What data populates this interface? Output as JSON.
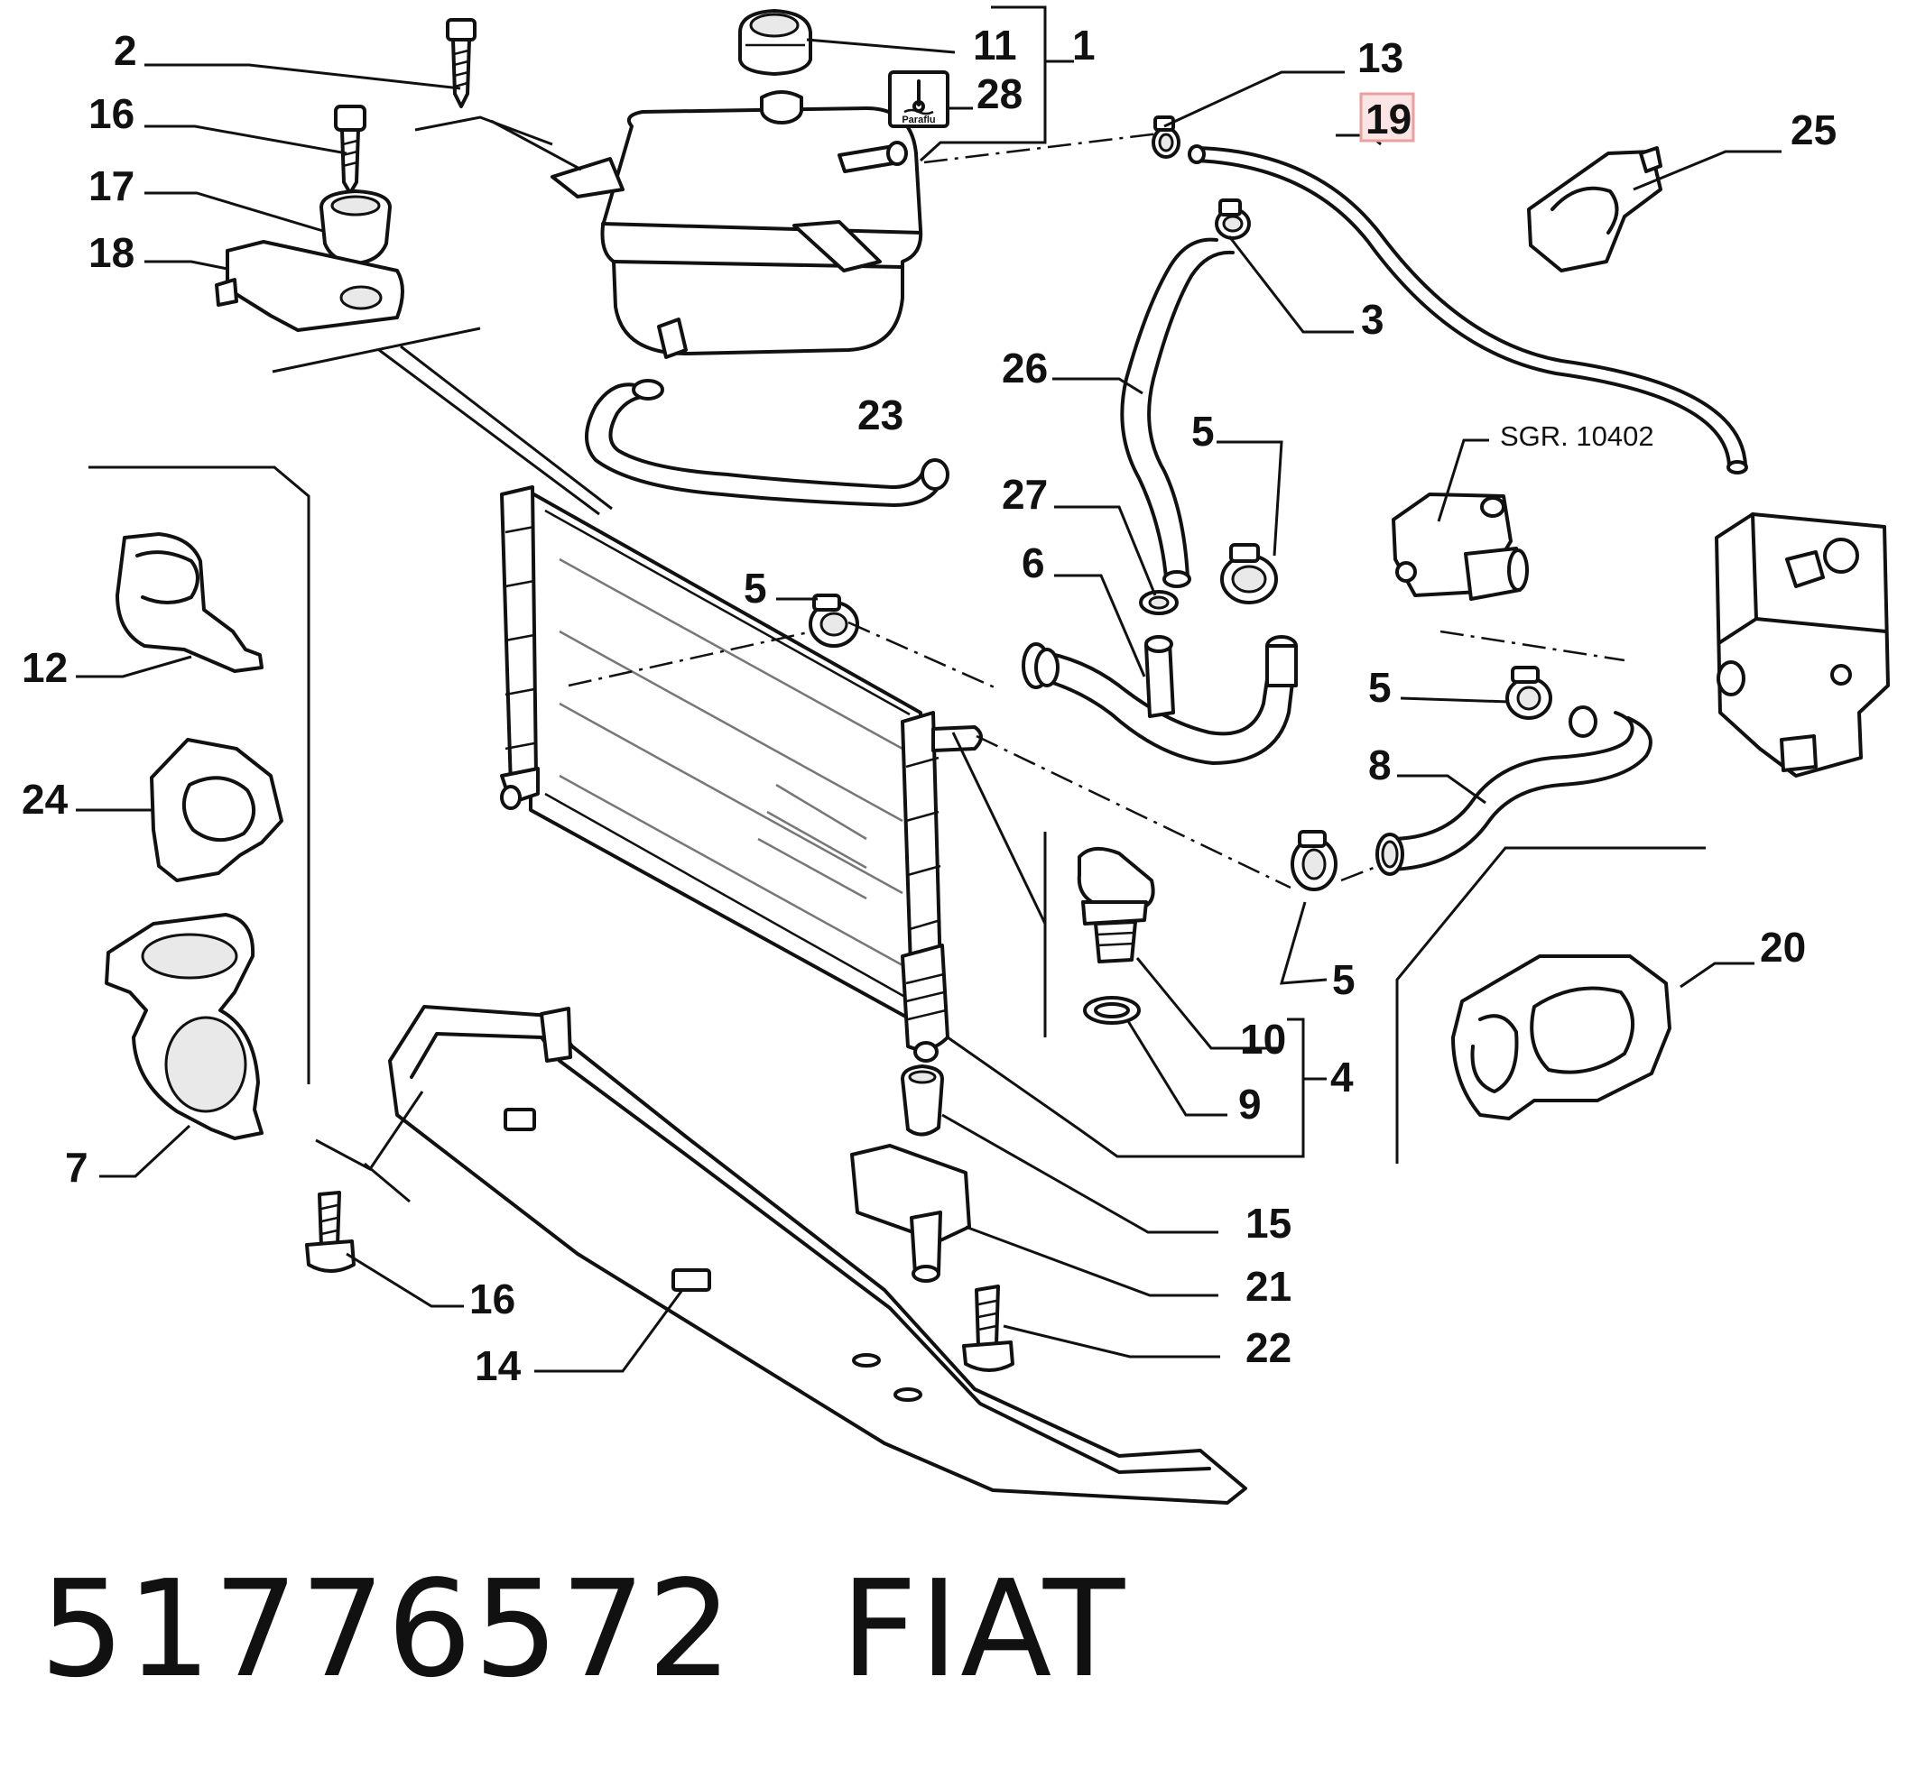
{
  "callouts": {
    "c1": "1",
    "c2": "2",
    "c3": "3",
    "c4": "4",
    "c5a": "5",
    "c5b": "5",
    "c5c": "5",
    "c5d": "5",
    "c6": "6",
    "c7": "7",
    "c8": "8",
    "c9": "9",
    "c10": "10",
    "c11": "11",
    "c12": "12",
    "c13": "13",
    "c14": "14",
    "c15": "15",
    "c16a": "16",
    "c16b": "16",
    "c17": "17",
    "c18": "18",
    "c19": "19",
    "c20": "20",
    "c21": "21",
    "c22": "22",
    "c23": "23",
    "c24": "24",
    "c25": "25",
    "c26": "26",
    "c27": "27",
    "c28": "28"
  },
  "highlight": {
    "part": "19",
    "box_color": "#e8a0a0",
    "fill_color": "#fbe4e4",
    "text_color": "#7a5e5e"
  },
  "reference_note": "SGR. 10402",
  "antifreeze_icon_text": "Paraflu",
  "footer": {
    "part_number": "51776572",
    "brand": "FIAT"
  }
}
